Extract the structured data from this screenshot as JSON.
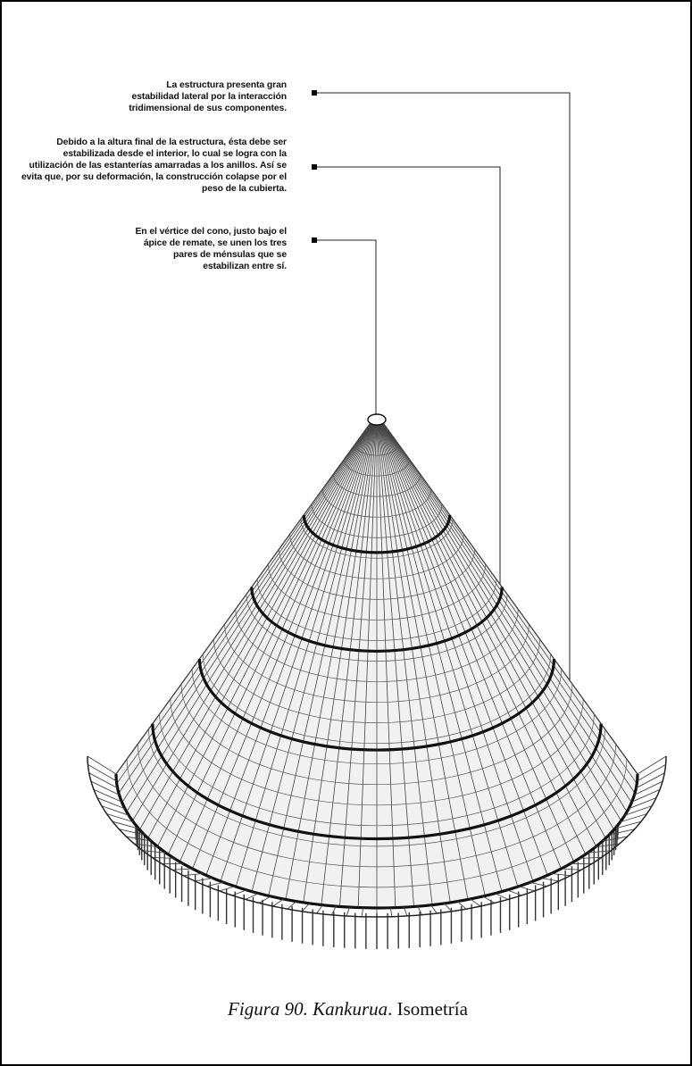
{
  "annotations": [
    {
      "lines": [
        "La estructura presenta gran",
        "estabilidad lateral por la interacción",
        "tridimensional de sus componentes."
      ]
    },
    {
      "lines": [
        "Debido a la altura final de la estructura, ésta debe ser",
        "estabilizada desde el interior, lo cual se logra con la",
        "utilización de las estanterías amarradas a los anillos. Así se",
        "evita que, por su deformación, la construcción colapse por el",
        "peso de la cubierta."
      ]
    },
    {
      "lines": [
        "En el vértice del cono, justo bajo el",
        "ápice de remate, se unen los tres",
        "pares de ménsulas que se",
        "estabilizan entre sí."
      ]
    }
  ],
  "caption": {
    "figure": "Figura 90.",
    "name": "Kankurua",
    "rest": ". Isometría"
  }
}
